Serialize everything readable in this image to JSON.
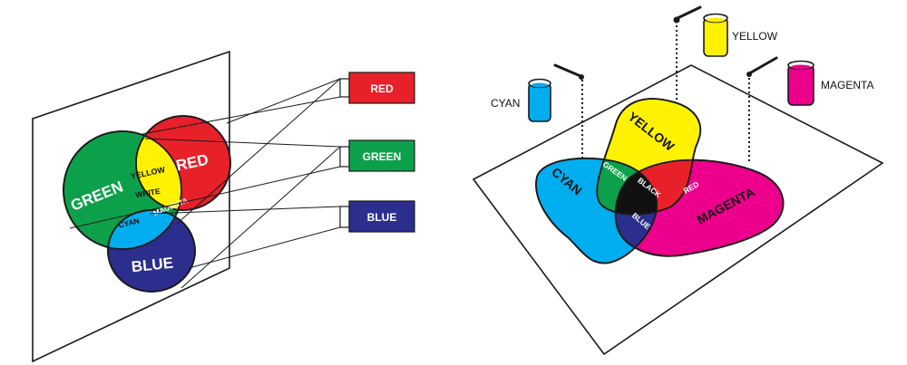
{
  "additive": {
    "circle_labels": {
      "green": "GREEN",
      "red": "RED",
      "blue": "BLUE"
    },
    "overlap_labels": {
      "yellow": "YELLOW",
      "white": "WHITE",
      "cyan": "CYAN",
      "magenta": "MAGENTA"
    },
    "projectors": [
      {
        "label": "RED",
        "color": "#e8202a"
      },
      {
        "label": "GREEN",
        "color": "#0da04b"
      },
      {
        "label": "BLUE",
        "color": "#2b2e8c"
      }
    ],
    "colors": {
      "green": "#0da04b",
      "red": "#e8202a",
      "blue": "#2b2e8c",
      "yellow": "#fff200",
      "white": "#ffffff",
      "cyan": "#00aeef",
      "magenta": "#ec008c"
    }
  },
  "subtractive": {
    "inks": [
      {
        "label": "CYAN",
        "color": "#00aeef"
      },
      {
        "label": "YELLOW",
        "color": "#fff200"
      },
      {
        "label": "MAGENTA",
        "color": "#ec008c"
      }
    ],
    "blob_labels": {
      "cyan": "CYAN",
      "yellow": "YELLOW",
      "magenta": "MAGENTA"
    },
    "overlap_labels": {
      "green": "GREEN",
      "red": "RED",
      "blue": "BLUE",
      "black": "BLACK"
    },
    "colors": {
      "cyan": "#00aeef",
      "yellow": "#fff200",
      "magenta": "#ec008c",
      "green": "#0da04b",
      "red": "#e8202a",
      "blue": "#2b2e8c",
      "black": "#111111"
    }
  }
}
